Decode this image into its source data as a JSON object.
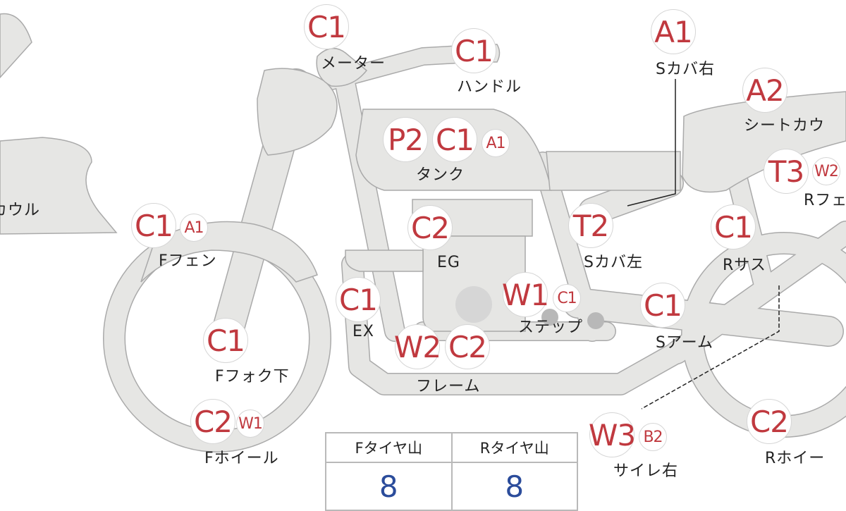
{
  "colors": {
    "code": "#c0393f",
    "tire_value": "#2b4c9b",
    "part_fill": "#e6e6e4",
    "part_stroke": "#aaaaaa"
  },
  "parts": [
    {
      "id": "meter",
      "label": "メーター",
      "codes": [
        "C1"
      ]
    },
    {
      "id": "handle",
      "label": "ハンドル",
      "codes": [
        "C1"
      ]
    },
    {
      "id": "side-cover-right",
      "label": "Sカバ右",
      "codes": [
        "A1"
      ]
    },
    {
      "id": "seat-cowl",
      "label": "シートカウ",
      "codes": [
        "A2"
      ]
    },
    {
      "id": "tank",
      "label": "タンク",
      "codes": [
        "P2",
        "C1",
        "A1"
      ]
    },
    {
      "id": "rear-fender",
      "label": "Rフェ",
      "codes": [
        "T3",
        "W2"
      ]
    },
    {
      "id": "cowl",
      "label": "カウル",
      "codes": []
    },
    {
      "id": "front-fender",
      "label": "Fフェン",
      "codes": [
        "C1",
        "A1"
      ]
    },
    {
      "id": "engine",
      "label": "EG",
      "codes": [
        "C2"
      ]
    },
    {
      "id": "side-cover-left",
      "label": "Sカバ左",
      "codes": [
        "T2"
      ]
    },
    {
      "id": "rear-suspension",
      "label": "Rサス",
      "codes": [
        "C1"
      ]
    },
    {
      "id": "exhaust",
      "label": "EX",
      "codes": [
        "C1"
      ]
    },
    {
      "id": "step",
      "label": "ステップ",
      "codes": [
        "W1",
        "C1"
      ]
    },
    {
      "id": "swing-arm",
      "label": "Sアーム",
      "codes": [
        "C1"
      ]
    },
    {
      "id": "front-fork-lower",
      "label": "Fフォク下",
      "codes": [
        "C1"
      ]
    },
    {
      "id": "frame",
      "label": "フレーム",
      "codes": [
        "W2",
        "C2"
      ]
    },
    {
      "id": "front-wheel",
      "label": "Fホイール",
      "codes": [
        "C2",
        "W1"
      ]
    },
    {
      "id": "silencer-right",
      "label": "サイレ右",
      "codes": [
        "W3",
        "B2"
      ]
    },
    {
      "id": "rear-wheel",
      "label": "Rホイー",
      "codes": [
        "C2"
      ]
    }
  ],
  "tire_table": {
    "headers": [
      "Fタイヤ山",
      "Rタイヤ山"
    ],
    "values": [
      "8",
      "8"
    ]
  }
}
